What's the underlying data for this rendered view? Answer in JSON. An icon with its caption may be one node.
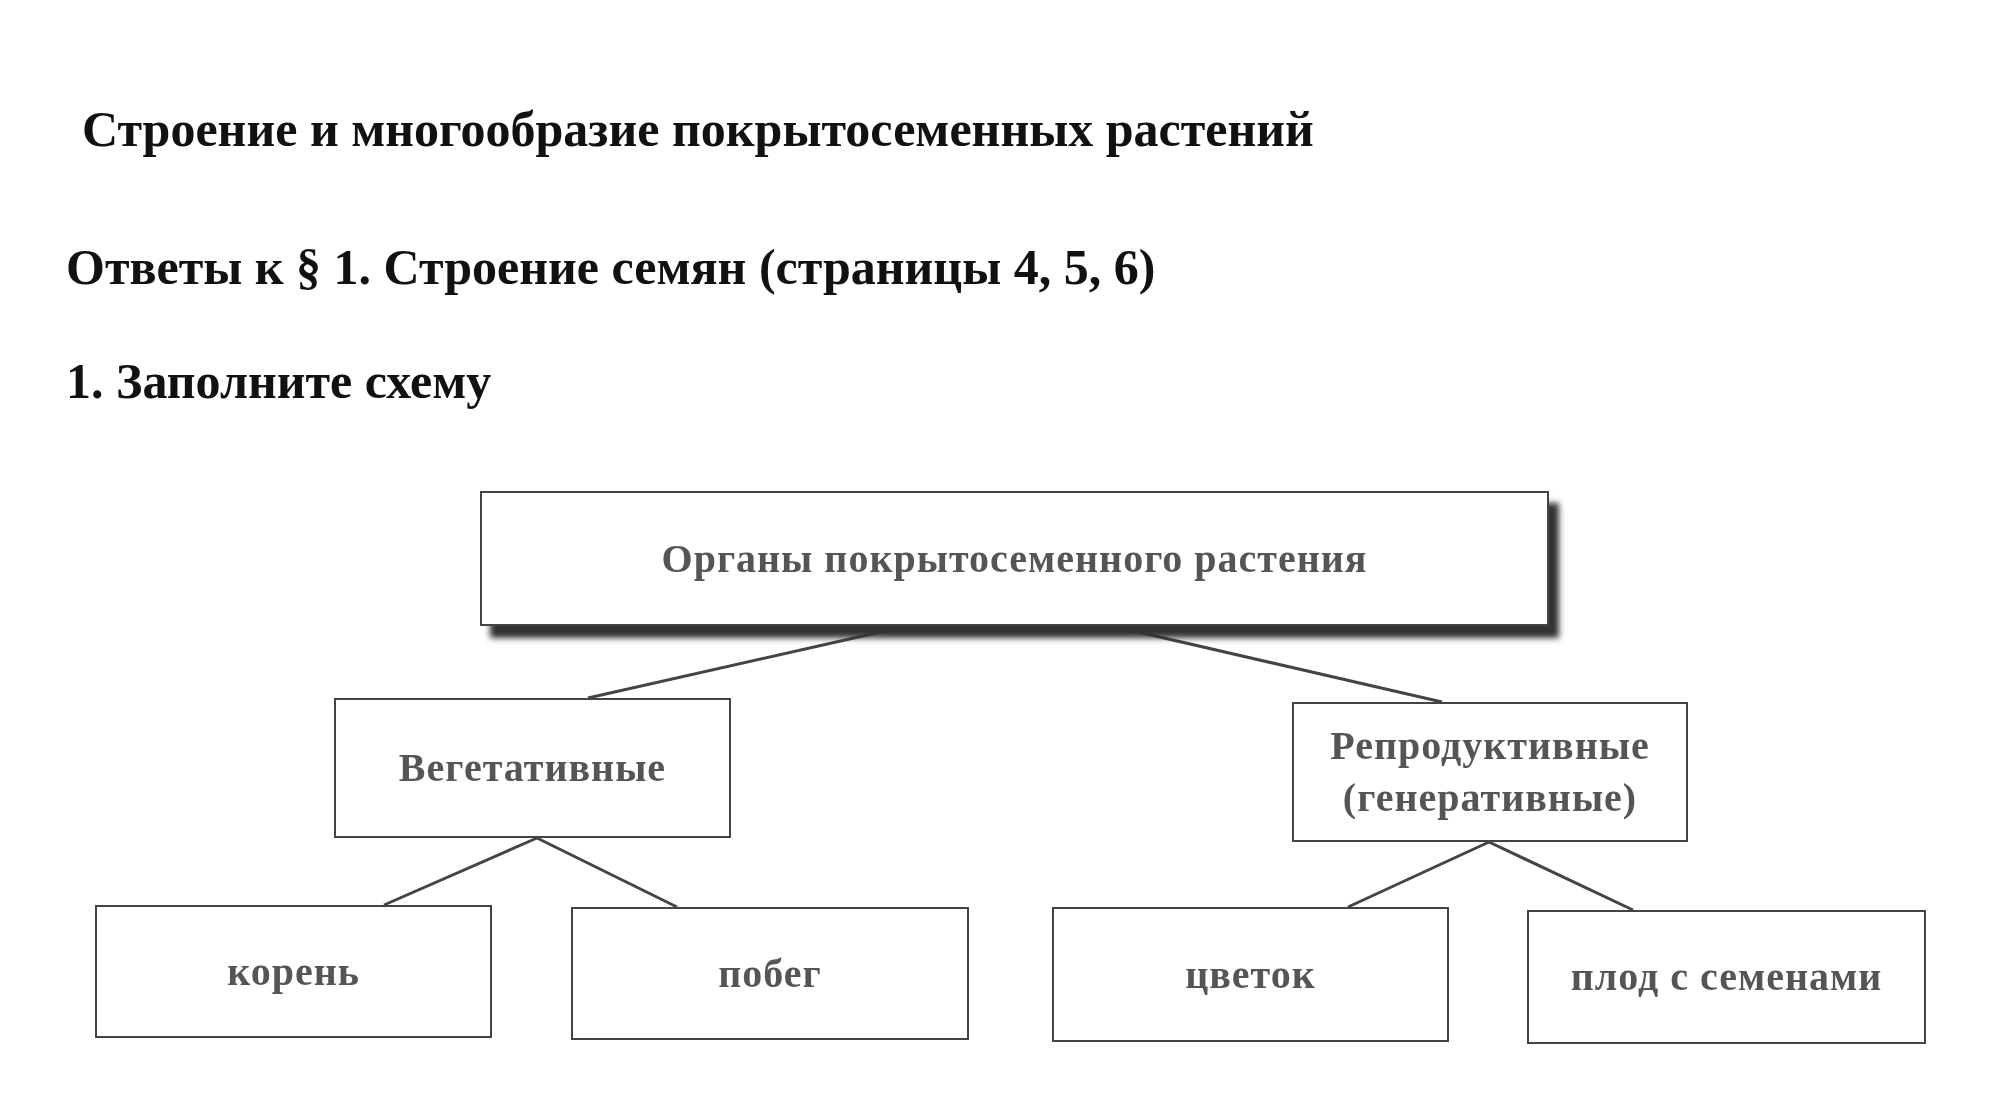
{
  "diagram": {
    "title": "Строение и многообразие покрытосеменных растений",
    "nodes": [
      {
        "text": [
          "Органы покрытосеменного растения"
        ]
      },
      {
        "text": [
          "Вегетативные"
        ]
      },
      {
        "text": [
          "Репродуктивные (генеративные)"
        ]
      },
      {
        "text": [
          "корень"
        ]
      },
      {
        "text": [
          "побег"
        ]
      },
      {
        "text": [
          "цветок"
        ]
      },
      {
        "text": [
          "плод с семенами"
        ]
      }
    ],
    "edges": [
      {
        "from": 0,
        "to": 1,
        "arrow": "none"
      },
      {
        "from": 0,
        "to": 2,
        "arrow": "none"
      },
      {
        "from": 1,
        "to": 3,
        "arrow": "none"
      },
      {
        "from": 1,
        "to": 4,
        "arrow": "none"
      },
      {
        "from": 2,
        "to": 5,
        "arrow": "none"
      },
      {
        "from": 2,
        "to": 6,
        "arrow": "none"
      }
    ],
    "labels": [
      "Ответы к § 1. Строение семян (страницы 4, 5, 6)",
      "1. Заполните схему"
    ]
  }
}
